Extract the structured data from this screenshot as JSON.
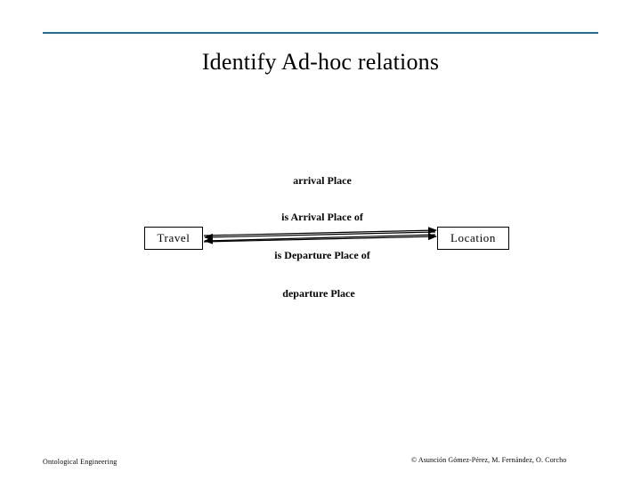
{
  "slide": {
    "title": "Identify Ad-hoc relations",
    "accent_color": "#1f6f8f",
    "background": "#ffffff"
  },
  "diagram": {
    "type": "relation-diagram",
    "nodes": [
      {
        "id": "travel",
        "label": "Travel"
      },
      {
        "id": "location",
        "label": "Location"
      }
    ],
    "edges": [
      {
        "id": "arrival-place",
        "label": "arrival Place",
        "from": "travel",
        "to": "location"
      },
      {
        "id": "is-arrival-place-of",
        "label": "is Arrival Place of",
        "from": "location",
        "to": "travel"
      },
      {
        "id": "is-departure-place-of",
        "label": "is Departure Place of",
        "from": "location",
        "to": "travel"
      },
      {
        "id": "departure-place",
        "label": "departure Place",
        "from": "travel",
        "to": "location"
      }
    ]
  },
  "footer": {
    "left": "Ontological Engineering",
    "right": "© Asunción Gómez-Pérez, M. Fernández, O. Corcho"
  }
}
